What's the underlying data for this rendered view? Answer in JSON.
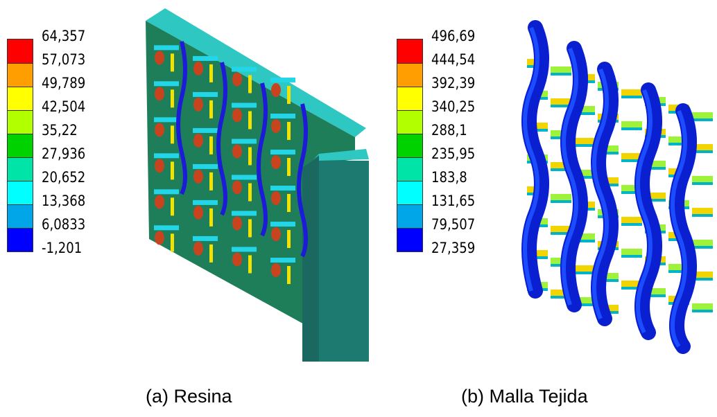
{
  "panels": [
    {
      "caption": "(a) Resina",
      "legend_labels": [
        "64,357",
        "57,073",
        "49,789",
        "42,504",
        "35,22",
        "27,936",
        "20,652",
        "13,368",
        "6,0833",
        "-1,201"
      ]
    },
    {
      "caption": "(b) Malla Tejida",
      "legend_labels": [
        "496,69",
        "444,54",
        "392,39",
        "340,25",
        "288,1",
        "235,95",
        "183,8",
        "131,65",
        "79,507",
        "27,359"
      ]
    }
  ],
  "colormap": [
    "#ff0000",
    "#ff9e00",
    "#ffff00",
    "#b2ff00",
    "#00d200",
    "#00e4a8",
    "#00ffff",
    "#00a6e8",
    "#0000ff"
  ]
}
